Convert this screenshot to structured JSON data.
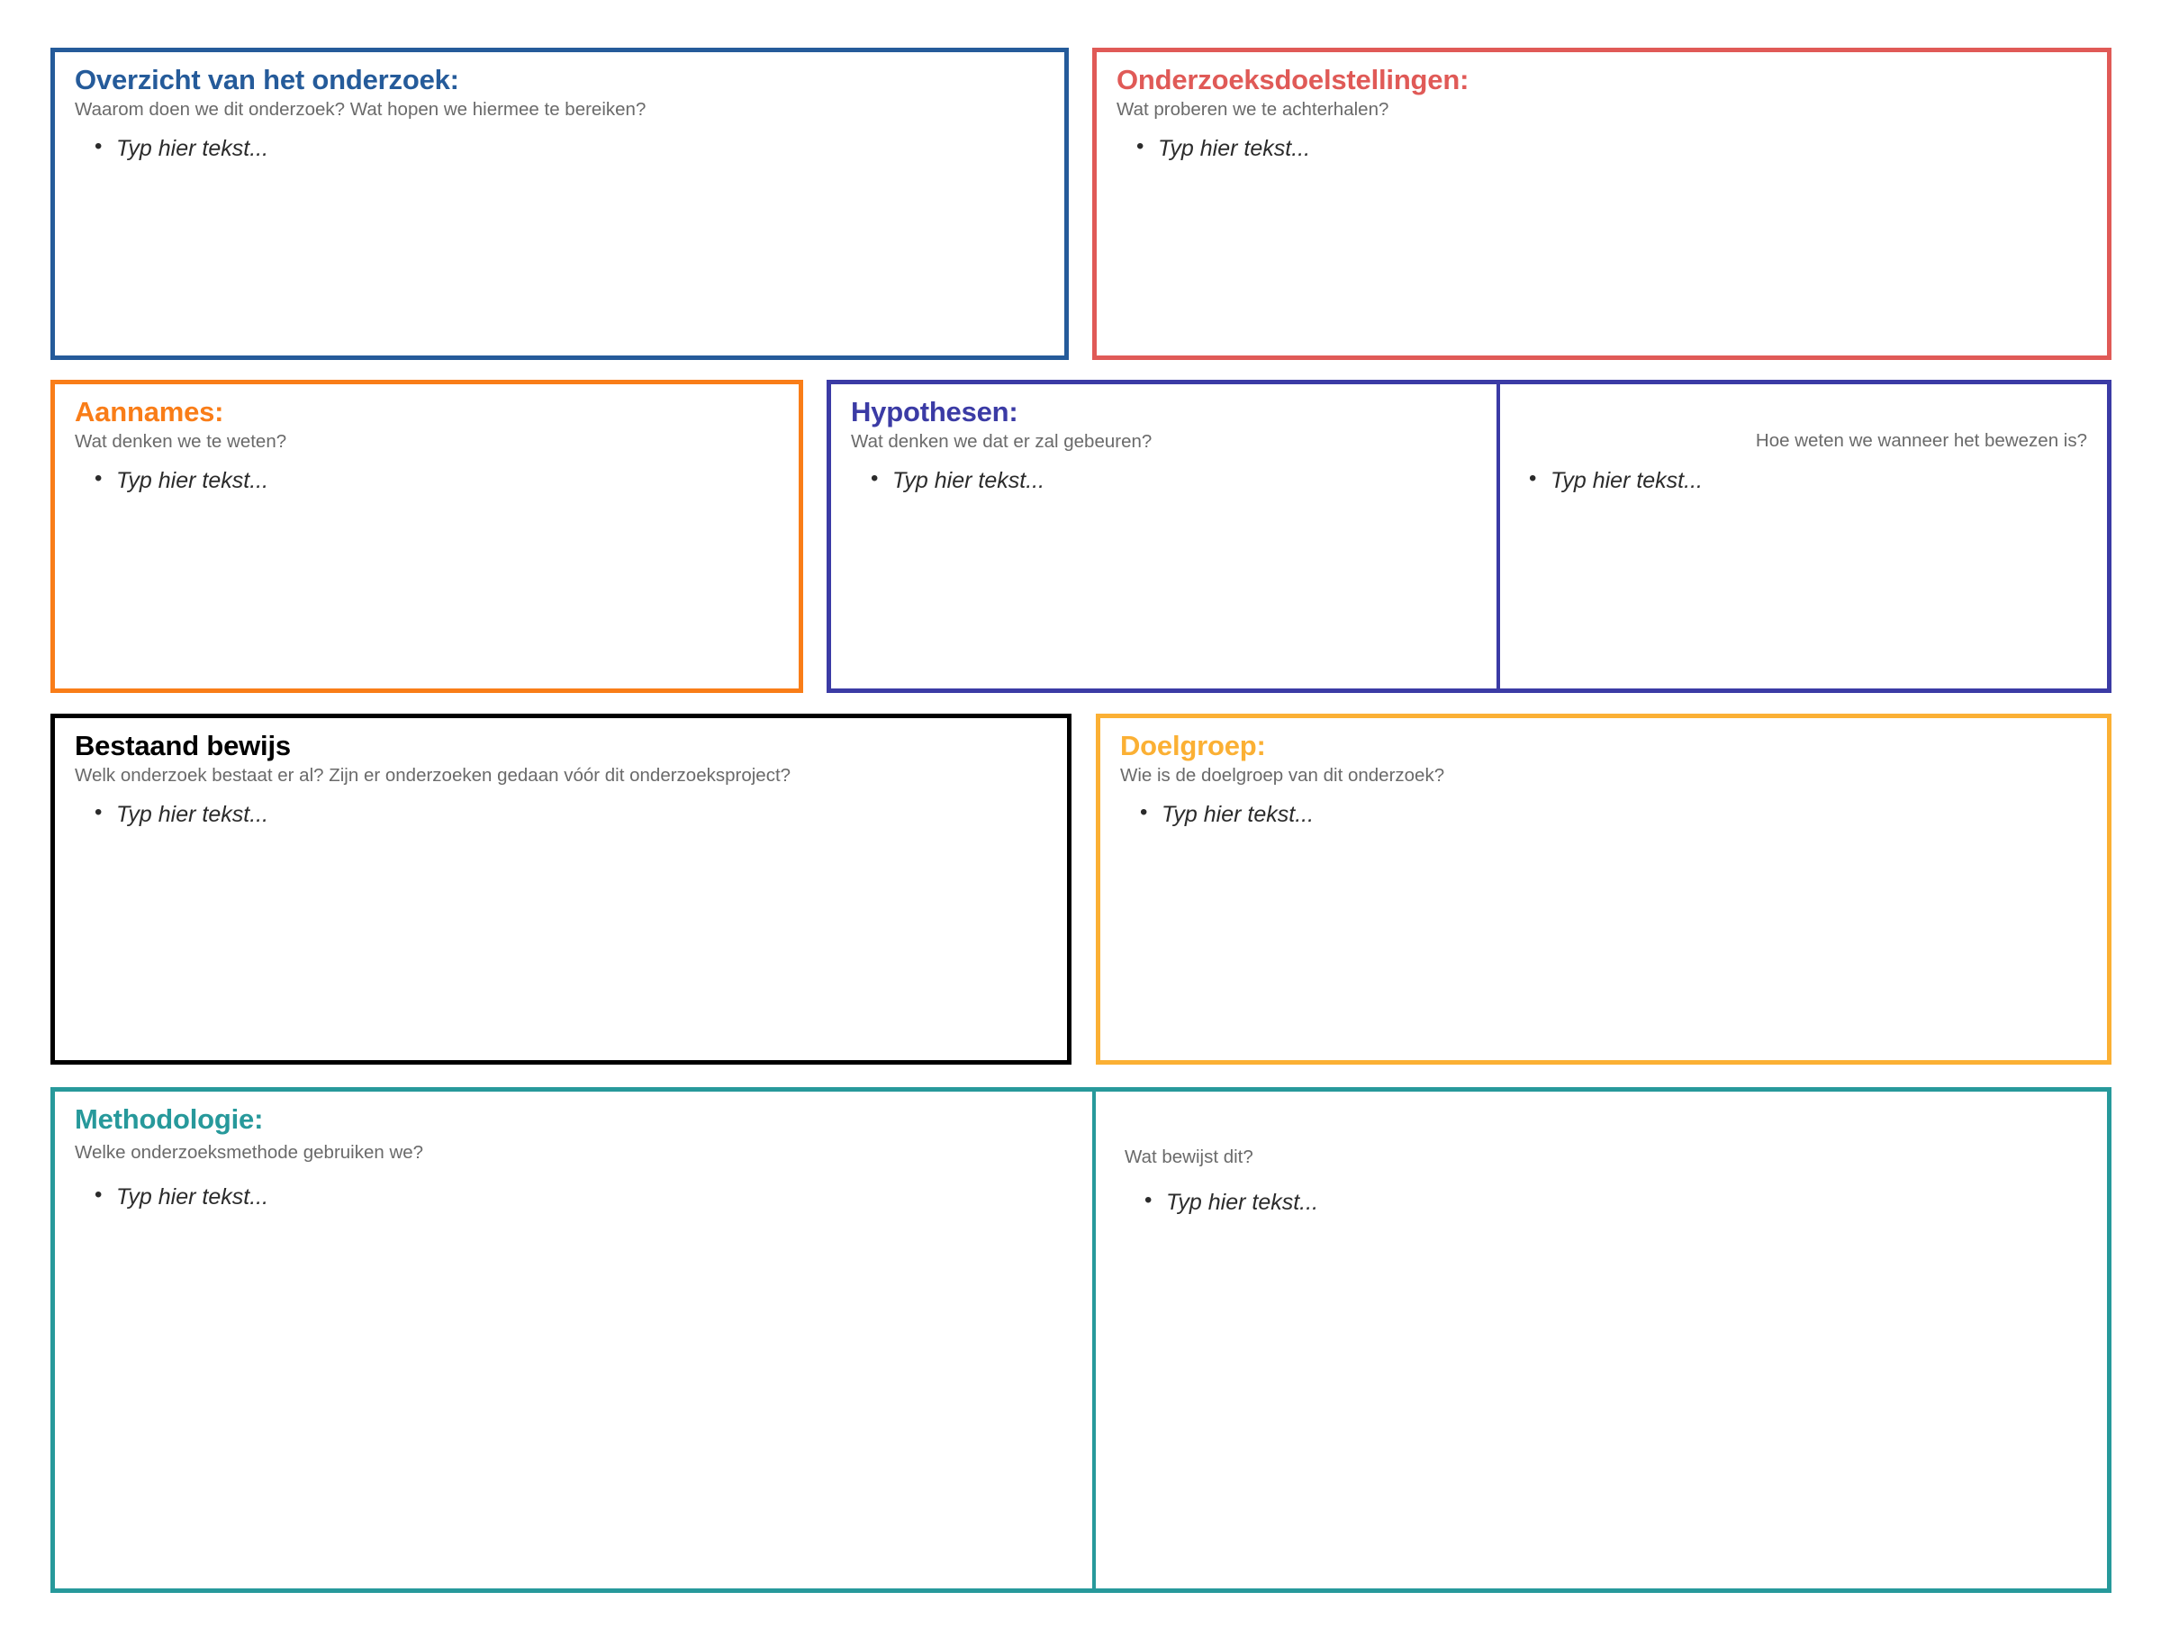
{
  "meta": {
    "language": "nl",
    "placeholder_text": "Typ hier tekst...",
    "background_color": "#ffffff",
    "subtitle_color": "#6a6a6a",
    "placeholder_color": "#2b2b2b"
  },
  "cards": {
    "overview": {
      "title": "Overzicht van het onderzoek:",
      "subtitle": "Waarom doen we dit onderzoek? Wat hopen we hiermee te bereiken?",
      "placeholder": "Typ hier tekst...",
      "color": "#255B9A"
    },
    "objectives": {
      "title": "Onderzoeksdoelstellingen:",
      "subtitle": "Wat proberen we te achterhalen?",
      "placeholder": "Typ hier tekst...",
      "color": "#E05A57"
    },
    "assumptions": {
      "title": "Aannames:",
      "subtitle": "Wat denken we te weten?",
      "placeholder": "Typ hier tekst...",
      "color": "#F97D18"
    },
    "hypotheses": {
      "title": "Hypothesen:",
      "subtitle": "Wat denken we dat er zal gebeuren?",
      "placeholder": "Typ hier tekst...",
      "right_subtitle": "Hoe weten we wanneer het bewezen is?",
      "right_placeholder": "Typ hier tekst...",
      "color": "#3B3BA5"
    },
    "evidence": {
      "title": "Bestaand bewijs",
      "subtitle": "Welk onderzoek bestaat er al? Zijn er onderzoeken gedaan vóór dit onderzoeksproject?",
      "placeholder": "Typ hier tekst...",
      "color": "#57A council"
    },
    "audience": {
      "title": "Doelgroep:",
      "subtitle": "Wie is de doelgroep van dit onderzoek?",
      "placeholder": "Typ hier tekst...",
      "color": "#FBB034"
    },
    "methodology": {
      "title": "Methodologie:",
      "subtitle": "Welke onderzoeksmethode gebruiken we?",
      "placeholder": "Typ hier tekst...",
      "right_subtitle": "Wat bewijst dit?",
      "right_placeholder": "Typ hier tekst...",
      "color": "#27999B"
    }
  },
  "colors": {
    "overview": "#255B9A",
    "objectives": "#E05A57",
    "assumptions": "#F97D18",
    "hypotheses": "#3B3BA5",
    "evidence": "#57A council",
    "audience": "#FBB034",
    "methodology": "#27999B"
  }
}
